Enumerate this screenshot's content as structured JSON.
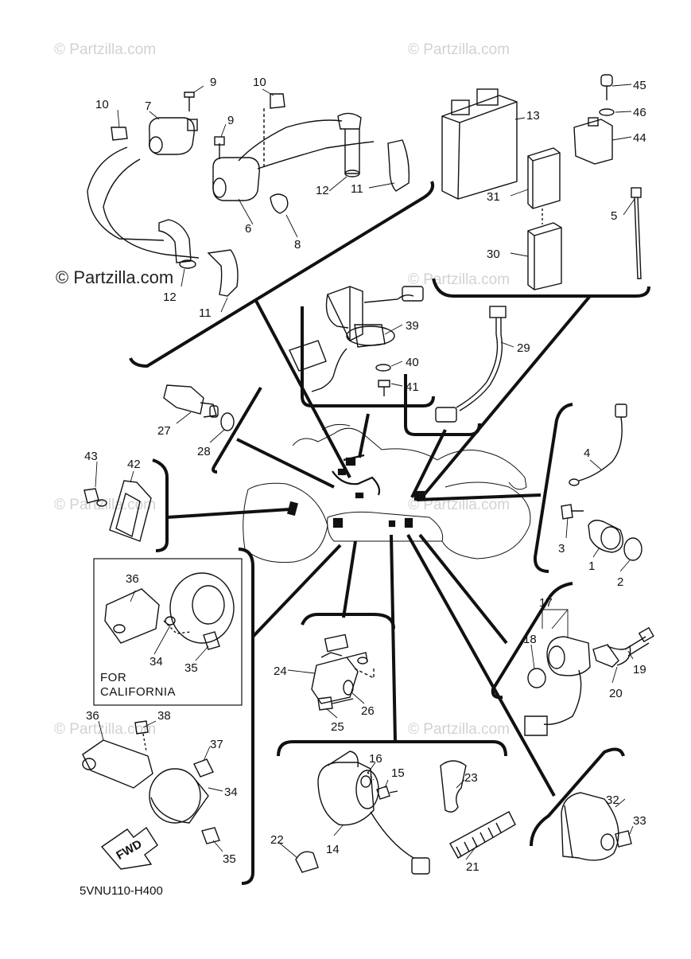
{
  "watermarks": {
    "brand": "© Partzilla.com",
    "brand_dark": "© Partzilla.com"
  },
  "diagram_code": "5VNU110-H400",
  "california_box": {
    "line1": "FOR",
    "line2": "CALIFORNIA"
  },
  "fwd_arrow": "FWD",
  "callouts": {
    "c1": "1",
    "c2": "2",
    "c3": "3",
    "c4": "4",
    "c5": "5",
    "c6": "6",
    "c7": "7",
    "c8": "8",
    "c9a": "9",
    "c9b": "9",
    "c10a": "10",
    "c10b": "10",
    "c11a": "11",
    "c11b": "11",
    "c12a": "12",
    "c12b": "12",
    "c13": "13",
    "c14": "14",
    "c15": "15",
    "c16": "16",
    "c17": "17",
    "c18": "18",
    "c19": "19",
    "c20": "20",
    "c21": "21",
    "c22": "22",
    "c23": "23",
    "c24": "24",
    "c25": "25",
    "c26": "26",
    "c27": "27",
    "c28": "28",
    "c29": "29",
    "c30": "30",
    "c31": "31",
    "c32": "32",
    "c33": "33",
    "c34a": "34",
    "c34b": "34",
    "c35a": "35",
    "c35b": "35",
    "c36a": "36",
    "c36b": "36",
    "c37": "37",
    "c38": "38",
    "c39": "39",
    "c40": "40",
    "c41": "41",
    "c42": "42",
    "c43": "43",
    "c44": "44",
    "c45": "45",
    "c46": "46"
  }
}
